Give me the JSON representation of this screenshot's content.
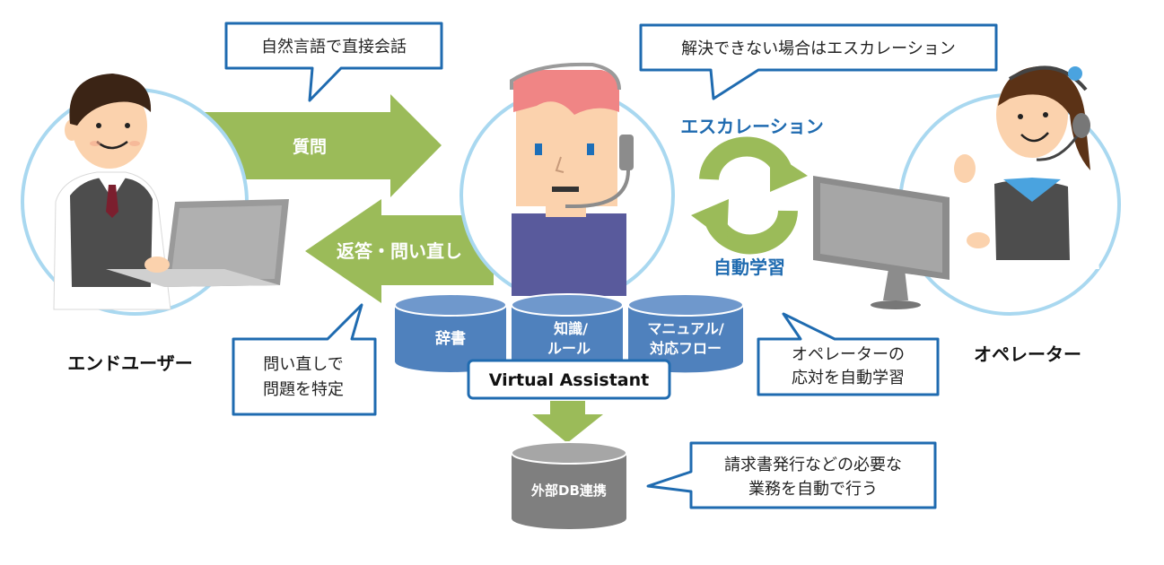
{
  "colors": {
    "arrow_green": "#9bbb59",
    "bubble_border": "#1f6bb0",
    "accent_blue": "#1f6bb0",
    "db_blue": "#4f81bd",
    "db_gray": "#7f7f7f",
    "circle_outline": "#a9d8f0"
  },
  "bubbles": {
    "natural_language": "自然言語で直接会話",
    "escalation_when_unsolved": "解決できない場合はエスカレーション",
    "clarify_line1": "問い直しで",
    "clarify_line2": "問題を特定",
    "learn_line1": "オペレーターの",
    "learn_line2": "応対を自動学習",
    "tasks_line1": "請求書発行などの必要な",
    "tasks_line2": "業務を自動で行う"
  },
  "arrows": {
    "question": "質問",
    "answer": "返答・問い直し"
  },
  "cycle": {
    "escalation": "エスカレーション",
    "auto_learning": "自動学習"
  },
  "people": {
    "end_user": "エンドユーザー",
    "operator": "オペレーター"
  },
  "databases": {
    "dictionary": "辞書",
    "knowledge_line1": "知識/",
    "knowledge_line2": "ルール",
    "manual_line1": "マニュアル/",
    "manual_line2": "対応フロー",
    "external": "外部DB連携"
  },
  "assistant_label": "Virtual Assistant",
  "icons": {
    "end_user": "user-at-laptop-icon",
    "assistant": "robot-headset-icon",
    "operator": "operator-headset-icon",
    "cycle": "cycle-arrows-icon"
  }
}
